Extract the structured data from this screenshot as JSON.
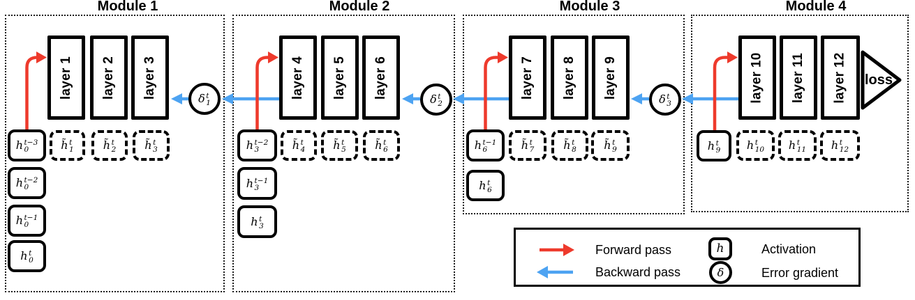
{
  "colors": {
    "forward_red": "#ee3a2c",
    "backward_blue": "#4da3f2",
    "ink": "#000000"
  },
  "modules": [
    {
      "title": "Module 1",
      "layers": [
        "layer 1",
        "layer 2",
        "layer 3"
      ],
      "delta": {
        "base": "δ",
        "sup": "t",
        "sub": "1"
      },
      "input_activation": {
        "base": "h",
        "sup": "t−3",
        "sub": "0"
      },
      "layer_activations": [
        {
          "base": "h̃",
          "sup": "t",
          "sub": "1"
        },
        {
          "base": "h̃",
          "sup": "t",
          "sub": "2"
        },
        {
          "base": "h̃",
          "sup": "t",
          "sub": "3"
        }
      ],
      "stored_activations": [
        {
          "base": "h",
          "sup": "t−2",
          "sub": "0"
        },
        {
          "base": "h",
          "sup": "t−1",
          "sub": "0"
        },
        {
          "base": "h",
          "sup": "t",
          "sub": "0"
        }
      ]
    },
    {
      "title": "Module 2",
      "layers": [
        "layer 4",
        "layer 5",
        "layer 6"
      ],
      "delta": {
        "base": "δ",
        "sup": "t",
        "sub": "2"
      },
      "input_activation": {
        "base": "h",
        "sup": "t−2",
        "sub": "3"
      },
      "layer_activations": [
        {
          "base": "h̃",
          "sup": "t",
          "sub": "4"
        },
        {
          "base": "h̃",
          "sup": "t",
          "sub": "5"
        },
        {
          "base": "h̃",
          "sup": "t",
          "sub": "6"
        }
      ],
      "stored_activations": [
        {
          "base": "h",
          "sup": "t−1",
          "sub": "3"
        },
        {
          "base": "h",
          "sup": "t",
          "sub": "3"
        }
      ]
    },
    {
      "title": "Module 3",
      "layers": [
        "layer 7",
        "layer 8",
        "layer 9"
      ],
      "delta": {
        "base": "δ",
        "sup": "t",
        "sub": "3"
      },
      "input_activation": {
        "base": "h",
        "sup": "t−1",
        "sub": "6"
      },
      "layer_activations": [
        {
          "base": "h̃",
          "sup": "t",
          "sub": "7"
        },
        {
          "base": "h̃",
          "sup": "t",
          "sub": "8"
        },
        {
          "base": "h̃",
          "sup": "t",
          "sub": "9"
        }
      ],
      "stored_activations": [
        {
          "base": "h",
          "sup": "t",
          "sub": "6"
        }
      ]
    },
    {
      "title": "Module 4",
      "layers": [
        "layer 10",
        "layer 11",
        "layer 12"
      ],
      "loss_label": "loss",
      "input_activation": {
        "base": "h",
        "sup": "t",
        "sub": "9"
      },
      "layer_activations": [
        {
          "base": "h",
          "sup": "t",
          "sub": "10"
        },
        {
          "base": "h",
          "sup": "t",
          "sub": "11"
        },
        {
          "base": "h",
          "sup": "t",
          "sub": "12"
        }
      ],
      "stored_activations": []
    }
  ],
  "legend": {
    "forward_label": "Forward pass",
    "backward_label": "Backward pass",
    "activation_symbol": "h",
    "activation_label": "Activation",
    "gradient_symbol": "δ",
    "gradient_label": "Error gradient"
  }
}
